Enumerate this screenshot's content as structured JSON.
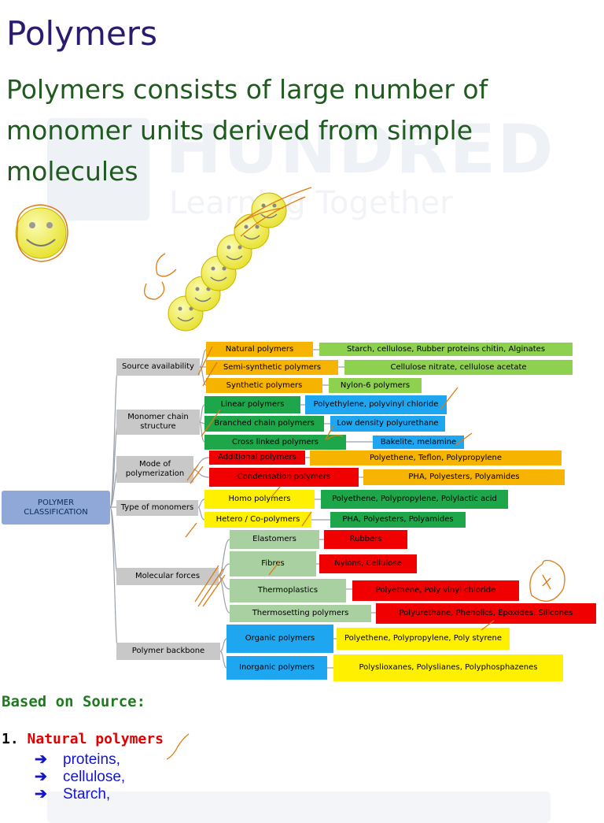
{
  "title": "Polymers",
  "intro": "Polymers consists of large number of monomer units derived from simple molecules",
  "watermark": {
    "big": "HUNDRED",
    "small": "Learning Together"
  },
  "diagram": {
    "root": "POLYMER CLASSIFICATION",
    "categories": {
      "source": "Source availability",
      "chain": "Monomer chain structure",
      "mode": "Mode of polymerization",
      "monomers": "Type of monomers",
      "forces": "Molecular forces",
      "backbone": "Polymer backbone"
    },
    "types": {
      "natural": "Natural polymers",
      "semi": "Semi-synthetic polymers",
      "synthetic": "Synthetic polymers",
      "linear": "Linear polymers",
      "branched": "Branched chain polymers",
      "cross": "Cross linked polymers",
      "additional": "Additional polymers",
      "condensation": "Condensation polymers",
      "homo": "Homo polymers",
      "hetero": "Hetero / Co-polymers",
      "elastomers": "Elastomers",
      "fibres": "Fibres",
      "thermoplastics": "Thermoplastics",
      "thermosetting": "Thermosetting polymers",
      "organic": "Organic polymers",
      "inorganic": "Inorganic polymers"
    },
    "examples": {
      "natural": "Starch, cellulose, Rubber proteins chitin, Alginates",
      "semi": "Cellulose nitrate, cellulose acetate",
      "synthetic": "Nylon-6 polymers",
      "linear": "Polyethylene, polyvinyl chloride",
      "branched": "Low density polyurethane",
      "cross": "Bakelite, melamine",
      "additional": "Polyethene, Teflon, Polypropylene",
      "condensation": "PHA, Polyesters, Polyamides",
      "homo": "Polyethene, Polypropylene, Polylactic acid",
      "hetero": "PHA, Polyesters, Polyamides",
      "elastomers": "Rubbers",
      "fibres": "Nylons, Cellulose",
      "thermoplastics": "Polyethene, Poly vinyl chloride",
      "thermosetting": "Polyurethane, Phenolics, Epoxides, Silicones",
      "organic": "Polyethene, Polypropylene, Poly styrene",
      "inorganic": "Polyslioxanes, Polyslianes, Polyphosphazenes"
    }
  },
  "section_heading": "Based on Source:",
  "list": {
    "number": "1.",
    "label": "Natural polymers",
    "items": [
      "proteins,",
      "cellulose,",
      "Starch,"
    ]
  },
  "colors": {
    "title": "#2b1a6e",
    "intro": "#1f5a1f",
    "orange": "#f6b400",
    "light_green": "#8dd14f",
    "dark_green": "#1ea74a",
    "blue": "#1ea7f0",
    "red": "#f00000",
    "yellow": "#fff000",
    "annotation": "#e07a10"
  }
}
